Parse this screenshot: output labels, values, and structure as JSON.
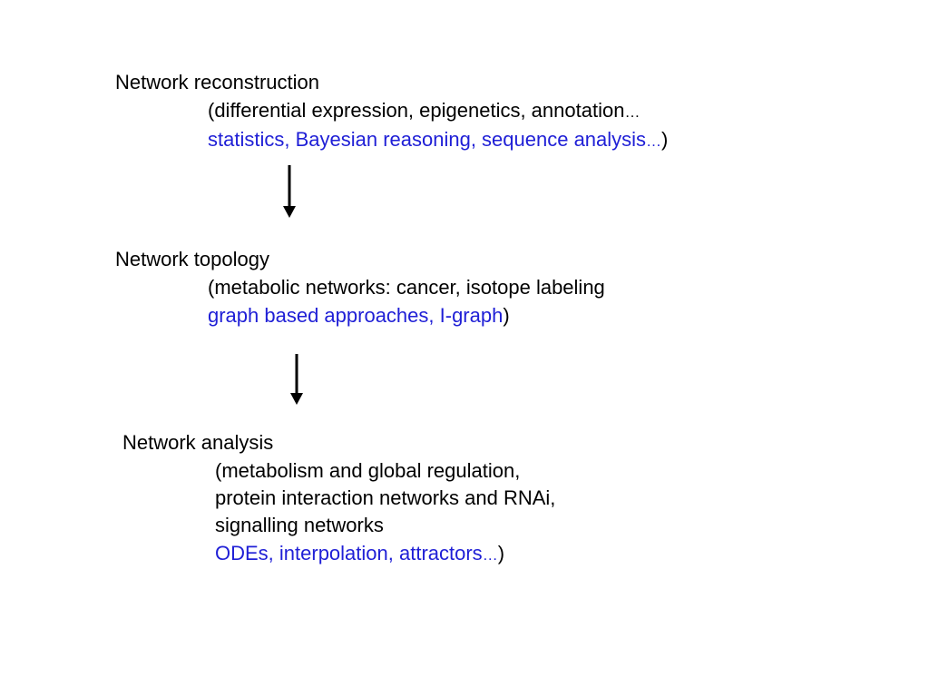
{
  "colors": {
    "text": "#000000",
    "method": "#1f1fd6"
  },
  "sections": [
    {
      "title": "Network reconstruction",
      "context": {
        "text": "(differential expression, epigenetics, annotation",
        "ellipsis": "…"
      },
      "methods": {
        "text": "statistics, Bayesian reasoning, sequence analysis",
        "ellipsis": "…",
        "close": ")"
      }
    },
    {
      "title": "Network topology",
      "context": {
        "text": "(metabolic networks: cancer, isotope labeling"
      },
      "methods": {
        "text": "graph based approaches, I-graph",
        "close": ")"
      }
    },
    {
      "title": "Network analysis",
      "context_lines": [
        "(metabolism and global regulation,",
        "protein interaction networks and RNAi,",
        "signalling networks"
      ],
      "methods": {
        "text": "ODEs, interpolation, attractors",
        "ellipsis": "…",
        "close": ")"
      }
    }
  ]
}
